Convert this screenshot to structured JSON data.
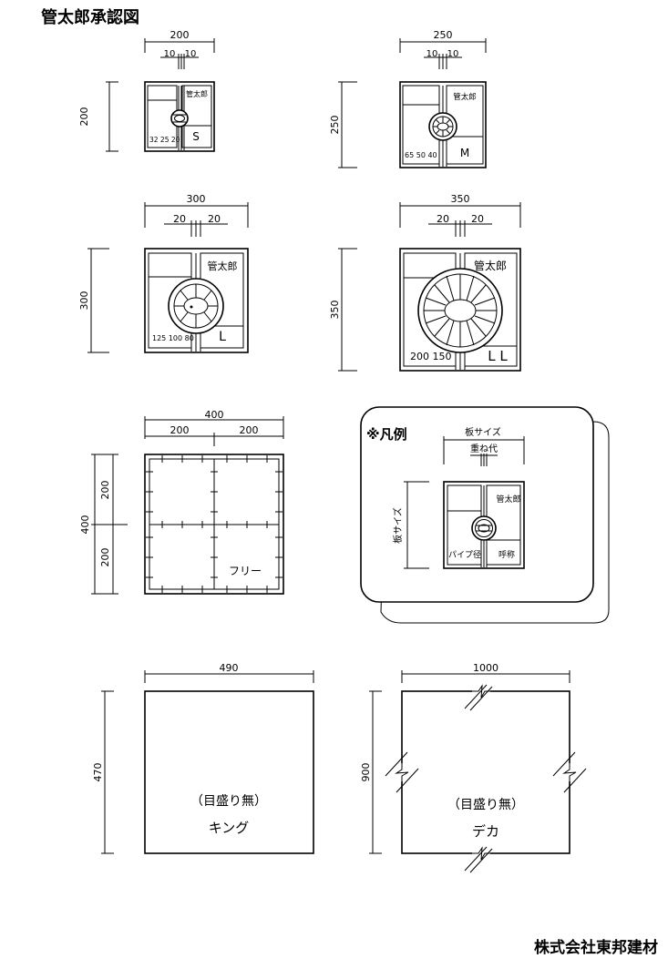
{
  "title": "管太郎承認図",
  "company": "株式会社東邦建材",
  "panels": [
    {
      "id": "s",
      "width": "200",
      "height": "200",
      "overlap_left": "10",
      "overlap_right": "10",
      "brand": "管太郎",
      "pipe_sizes": "32 25 20",
      "size_label": "S"
    },
    {
      "id": "m",
      "width": "250",
      "height": "250",
      "overlap_left": "10",
      "overlap_right": "10",
      "brand": "管太郎",
      "pipe_sizes": "65 50 40",
      "size_label": "M"
    },
    {
      "id": "l",
      "width": "300",
      "height": "300",
      "overlap_left": "20",
      "overlap_right": "20",
      "brand": "管太郎",
      "pipe_sizes": "125 100 80",
      "size_label": "L"
    },
    {
      "id": "ll",
      "width": "350",
      "height": "350",
      "overlap_left": "20",
      "overlap_right": "20",
      "brand": "管太郎",
      "pipe_sizes": "200 150",
      "size_label": "L L"
    }
  ],
  "free_panel": {
    "width": "400",
    "height": "400",
    "half_w_left": "200",
    "half_w_right": "200",
    "half_h_top": "200",
    "half_h_bottom": "200",
    "label": "フリー"
  },
  "legend": {
    "title": "※凡例",
    "board_size_h": "板サイズ",
    "overlap": "重ね代",
    "board_size_v": "板サイズ",
    "brand": "管太郎",
    "pipe_diameter": "パイプ径",
    "nominal": "呼称"
  },
  "king": {
    "width": "490",
    "height": "470",
    "note": "（目盛り無）",
    "name": "キング"
  },
  "deka": {
    "width": "1000",
    "height": "900",
    "note": "（目盛り無）",
    "name": "デカ"
  }
}
